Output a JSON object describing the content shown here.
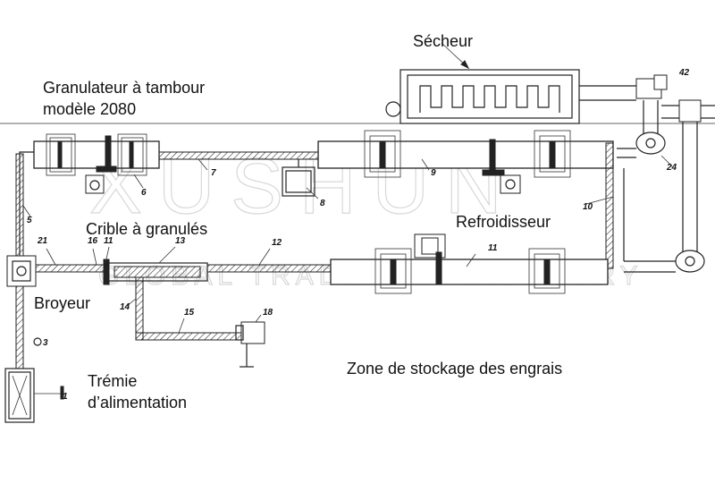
{
  "labels": {
    "secheur": "Sécheur",
    "granulateur_l1": "Granulateur à tambour",
    "granulateur_l2": "modèle 2080",
    "crible": "Crible à granulés",
    "refroidisseur": "Refroidisseur",
    "broyeur": "Broyeur",
    "zone": "Zone de stockage des engrais",
    "tremie_l1": "Trémie",
    "tremie_l2": "d’alimentation"
  },
  "numbers": {
    "n1": "1",
    "n5": "5",
    "n6": "6",
    "n7": "7",
    "n8": "8",
    "n9": "9",
    "n10": "10",
    "n11a": "11",
    "n11b": "11",
    "n12": "12",
    "n13": "13",
    "n14": "14",
    "n15": "15",
    "n16": "16",
    "n18": "18",
    "n21": "21",
    "n24": "24",
    "n3": "3",
    "n42": "42"
  },
  "watermark": {
    "brand": "XUSHUN",
    "tagline": "GLOBAL TRADE AND INDUSTRY"
  },
  "colors": {
    "line": "#222222",
    "watermark": "#d8d8d8",
    "background": "#ffffff"
  }
}
